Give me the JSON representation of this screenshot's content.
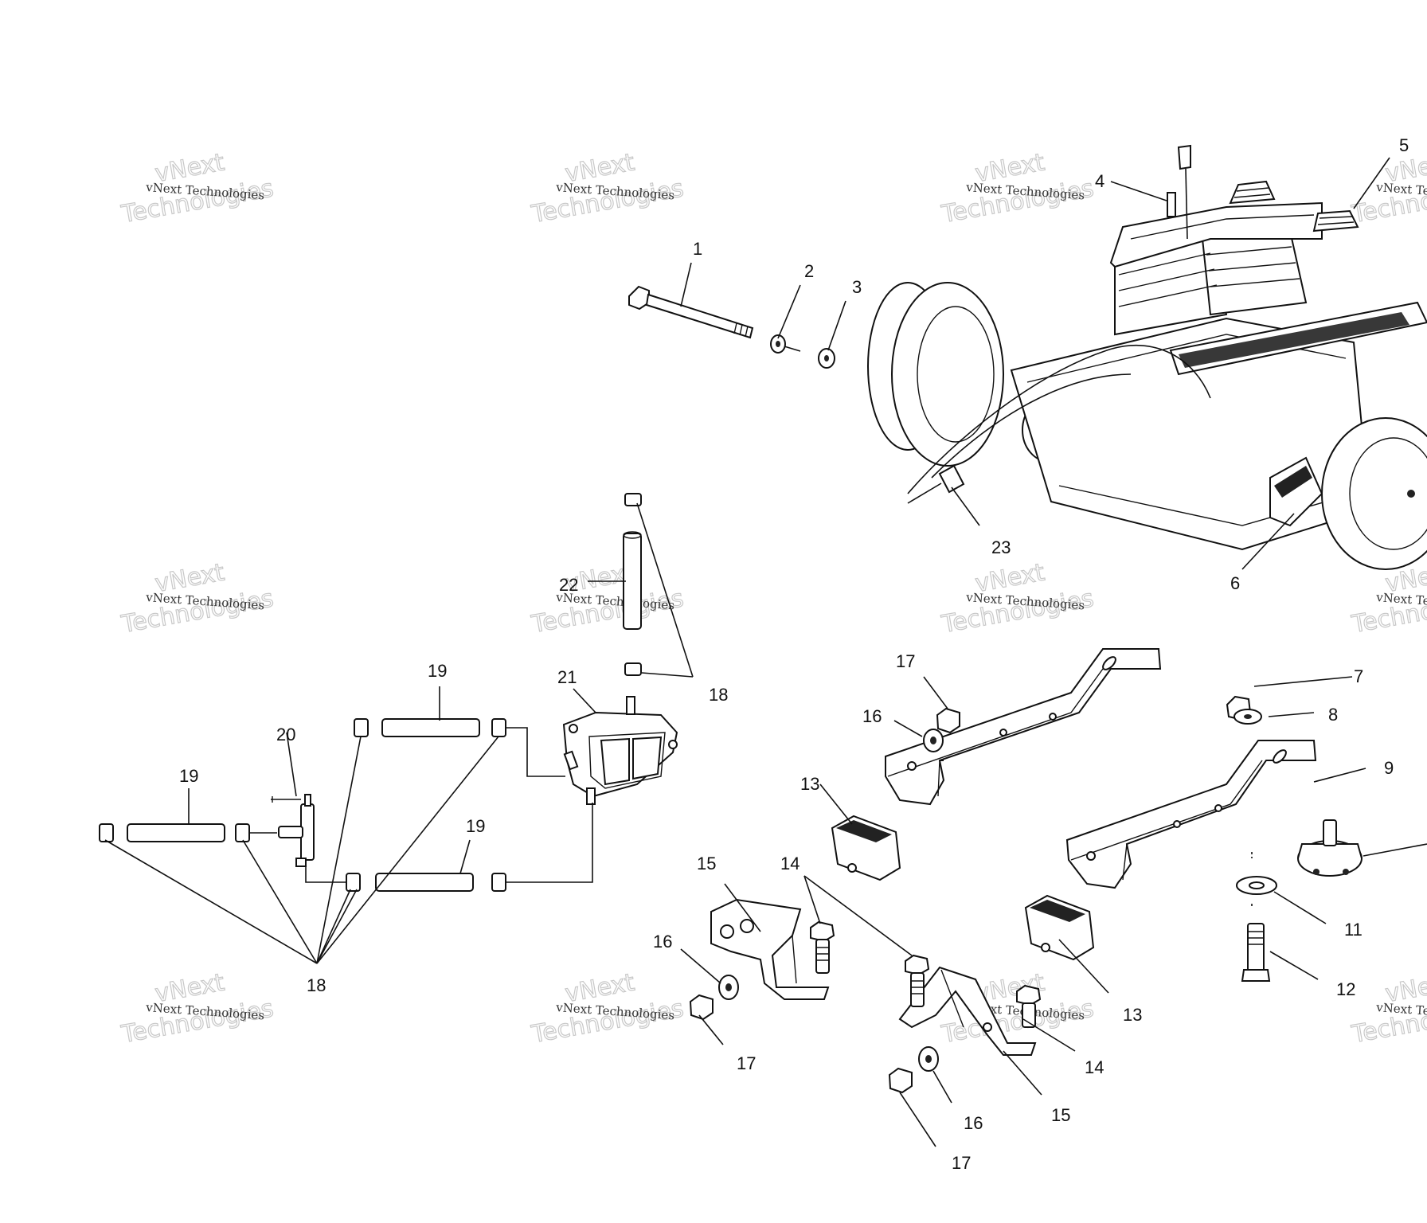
{
  "watermark": {
    "line_small": "vNext Technologies",
    "line_big_1": "vNext",
    "line_big_2": "Technologies"
  },
  "callouts": [
    "1",
    "2",
    "3",
    "4",
    "5",
    "6",
    "7",
    "8",
    "9",
    "11",
    "12",
    "13",
    "14",
    "15",
    "16",
    "17",
    "18",
    "19",
    "20",
    "21",
    "22",
    "23"
  ]
}
